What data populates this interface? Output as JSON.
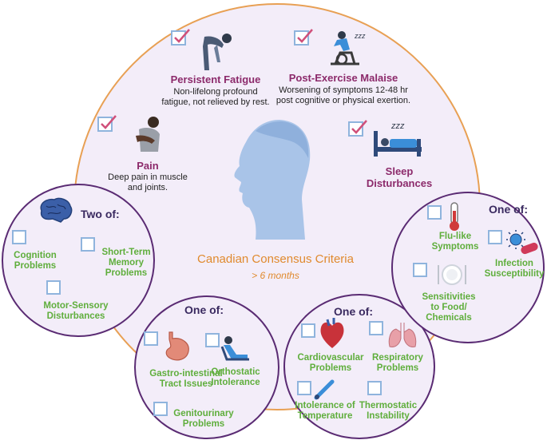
{
  "colors": {
    "purple": "#8c2a6b",
    "green": "#5fae3c",
    "orange": "#e08a2e",
    "circle_bg": "#f3edf9",
    "border_dark": "#5a2b73"
  },
  "main": {
    "title": "Canadian Consensus Criteria",
    "subtitle": "> 6 months"
  },
  "core": [
    {
      "title": "Persistent Fatigue",
      "desc1": "Non-lifelong profound",
      "desc2": "fatigue, not relieved by rest.",
      "icon": "bent-over-person-icon"
    },
    {
      "title": "Post-Exercise Malaise",
      "desc1": "Worsening of symptoms 12-48 hr",
      "desc2": "post cognitive or physical exertion.",
      "icon": "exercise-bike-icon"
    },
    {
      "title": "Pain",
      "desc1": "Deep pain in muscle",
      "desc2": "and joints.",
      "icon": "person-holding-stomach-icon"
    },
    {
      "title": "Sleep Disturbances",
      "icon": "bed-icon",
      "zzz": "zzz"
    }
  ],
  "neuro": {
    "header": "Two of:",
    "items": [
      {
        "l1": "Cognition",
        "l2": "Problems"
      },
      {
        "l1": "Short-Term",
        "l2": "Memory",
        "l3": "Problems"
      },
      {
        "l1": "Motor-Sensory",
        "l2": "Disturbances"
      }
    ]
  },
  "gi": {
    "header": "One of:",
    "items": [
      {
        "l1": "Gastro-intestinal",
        "l2": "Tract Issues"
      },
      {
        "l1": "Orthostatic",
        "l2": "Intolerance"
      },
      {
        "l1": "Genitourinary",
        "l2": "Problems"
      }
    ]
  },
  "cardio": {
    "header": "One of:",
    "items": [
      {
        "l1": "Cardiovascular",
        "l2": "Problems"
      },
      {
        "l1": "Respiratory",
        "l2": "Problems"
      },
      {
        "l1": "Intolerance of",
        "l2": "Temperature"
      },
      {
        "l1": "Thermostatic",
        "l2": "Instability"
      }
    ]
  },
  "immune": {
    "header": "One of:",
    "items": [
      {
        "l1": "Flu-like",
        "l2": "Symptoms"
      },
      {
        "l1": "Infection",
        "l2": "Susceptibility"
      },
      {
        "l1": "Sensitivities",
        "l2": "to Food/",
        "l3": "Chemicals"
      }
    ]
  }
}
